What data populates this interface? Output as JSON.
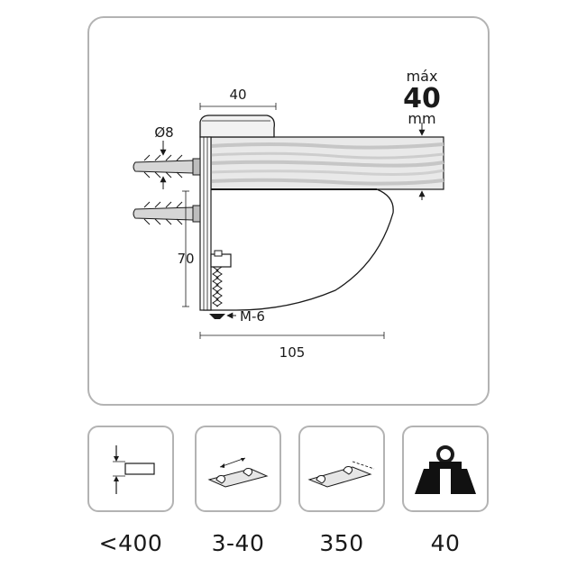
{
  "diagram": {
    "max_thickness": {
      "prefix": "máx",
      "value": "40",
      "unit": "mm"
    },
    "dimensions": {
      "top_width": "40",
      "diameter": "Ø8",
      "height": "70",
      "screw": "M-6",
      "depth": "105"
    }
  },
  "specs": [
    {
      "id": "glass-length",
      "icon": "glass-length-icon",
      "value": "<400"
    },
    {
      "id": "thickness-range",
      "icon": "thickness-range-icon",
      "value": "3-40"
    },
    {
      "id": "shelf-length",
      "icon": "shelf-length-icon",
      "value": "350"
    },
    {
      "id": "load",
      "icon": "weight-icon",
      "value": "40"
    }
  ],
  "colors": {
    "frame_border": "#b3b3b3",
    "line": "#1a1a1a",
    "wood_light": "#e9e9e9",
    "wood_stripe": "#c8c8c8"
  }
}
